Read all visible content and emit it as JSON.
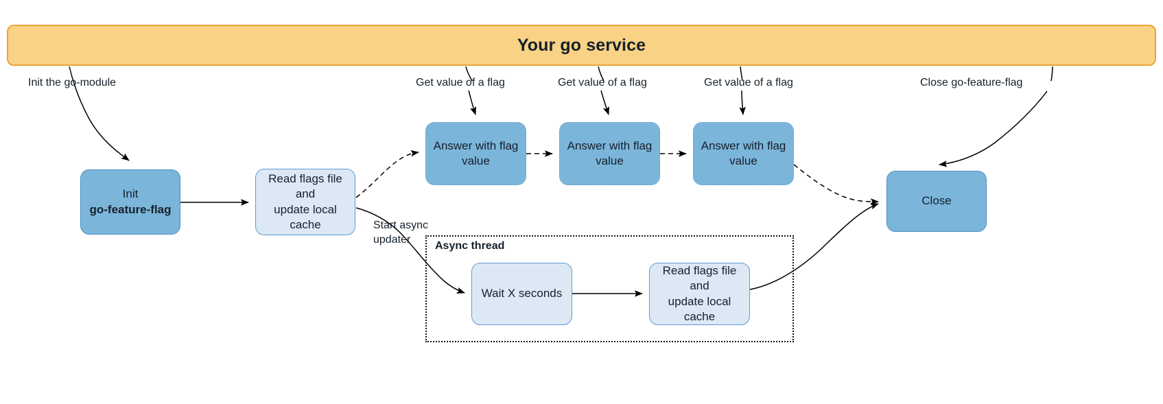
{
  "diagram": {
    "title": "go-feature-flag go module lifecycle flow",
    "service_banner": {
      "label": "Your go service",
      "fill": "#fad285",
      "stroke": "#eaa439"
    },
    "colors": {
      "node_dark_fill": "#7cb5da",
      "node_dark_stroke": "#4a8fc0",
      "node_light_fill": "#dce9f4",
      "node_light_stroke": "#5b9bd5",
      "edge": "#000000",
      "text": "#15202b"
    },
    "nodes": {
      "init": {
        "line1": "Init",
        "line2": "go-feature-flag"
      },
      "read_flags": {
        "line1": "Read flags file",
        "line2": "and",
        "line3": "update local cache"
      },
      "answer_1": {
        "line1": "Answer with flag",
        "line2": "value"
      },
      "answer_2": {
        "line1": "Answer with flag",
        "line2": "value"
      },
      "answer_3": {
        "line1": "Answer with flag",
        "line2": "value"
      },
      "close": {
        "label": "Close"
      },
      "wait": {
        "label": "Wait X seconds"
      },
      "async_read_flags": {
        "line1": "Read flags file",
        "line2": "and",
        "line3": "update local cache"
      }
    },
    "async_thread": {
      "label": "Async thread"
    },
    "edge_labels": {
      "init_go_module": "Init the go-module",
      "get_value_1": "Get value of a flag",
      "get_value_2": "Get value of a flag",
      "get_value_3": "Get value of a flag",
      "close_gff": "Close go-feature-flag",
      "start_async_line1": "Start async",
      "start_async_line2": "updater"
    }
  }
}
